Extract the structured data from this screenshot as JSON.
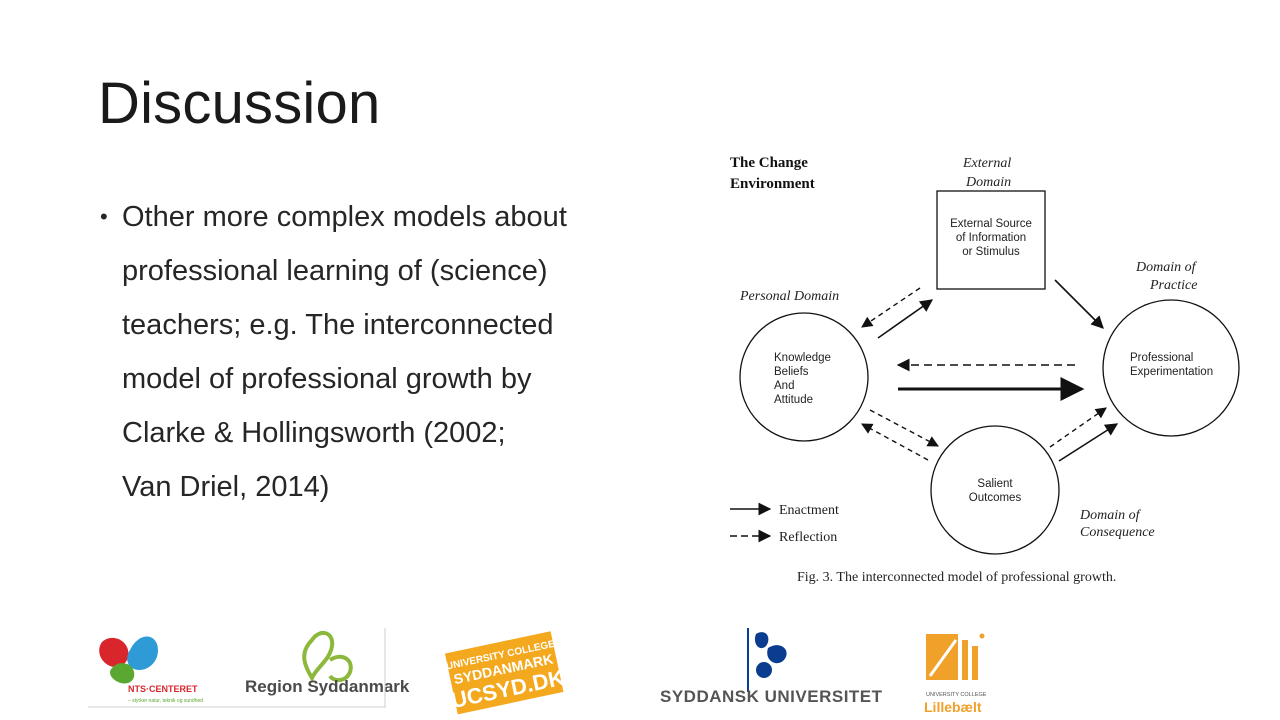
{
  "slide": {
    "title": "Discussion",
    "bullet_lines": [
      "Other more complex models about",
      "professional learning of (science)",
      "teachers; e.g. The interconnected",
      "model of professional growth by",
      "Clarke & Hollingsworth (2002;",
      "Van Driel, 2014)"
    ]
  },
  "figure": {
    "env_title": [
      "The Change",
      "Environment"
    ],
    "external_label": [
      "External",
      "Domain"
    ],
    "external_box": [
      "External Source",
      "of Information",
      "or Stimulus"
    ],
    "personal_label": "Personal Domain",
    "practice_label": [
      "Domain of",
      "Practice"
    ],
    "consequence_label": [
      "Domain of",
      "Consequence"
    ],
    "knowledge_circle": [
      "Knowledge",
      "Beliefs",
      "And",
      "Attitude"
    ],
    "experimentation_circle": [
      "Professional",
      "Experimentation"
    ],
    "outcomes_circle": [
      "Salient",
      "Outcomes"
    ],
    "legend_enactment": "Enactment",
    "legend_reflection": "Reflection",
    "caption": "Fig. 3.  The interconnected model of professional growth."
  },
  "logos": {
    "nts_name": "NTS·CENTERET",
    "nts_tagline": "– styrker natur, teknik og sundhed",
    "region": "Region Syddanmark",
    "ucsyd_lines": [
      "UNIVERSITY COLLEGE",
      "SYDDANMARK",
      "UCSYD.DK"
    ],
    "sdu": "SYDDANSK UNIVERSITET",
    "ucl_small": "UNIVERSITY COLLEGE",
    "ucl_name": "Lillebælt"
  },
  "colors": {
    "nts_red": "#d9262c",
    "nts_blue": "#2e9bd6",
    "nts_green": "#5aa832",
    "region_green": "#8cb83c",
    "ucsyd_orange": "#f4a81d",
    "sdu_blue": "#0a3d8f",
    "ucl_orange": "#f0a12a"
  }
}
